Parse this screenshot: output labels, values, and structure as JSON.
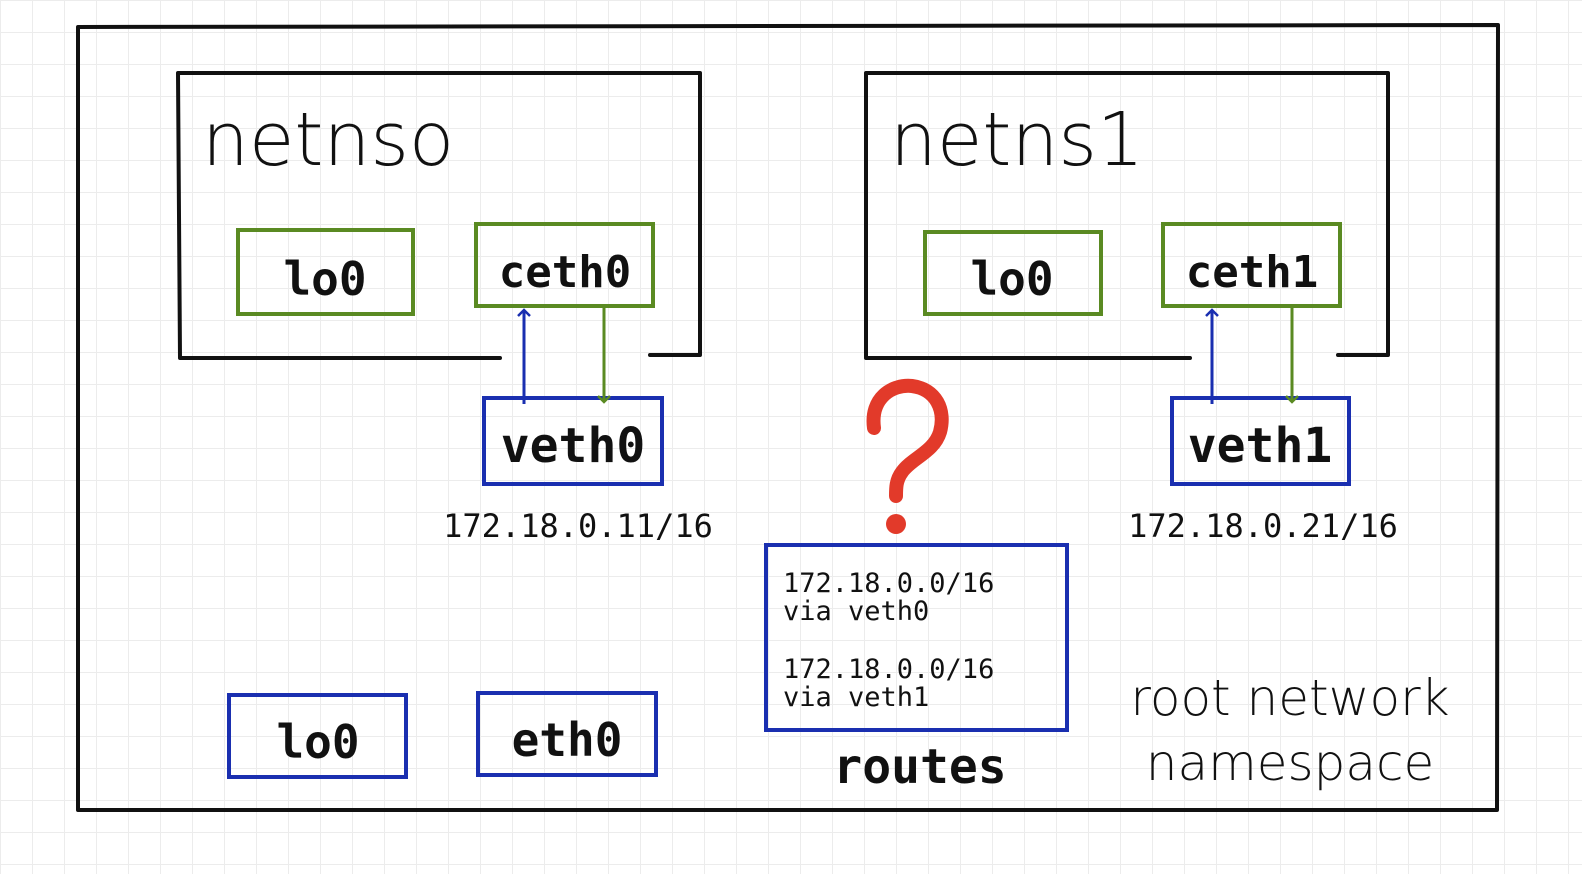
{
  "colors": {
    "outline": "#111111",
    "interface_green": "#5a8a22",
    "interface_blue": "#1a2fb0",
    "question_red": "#e23a2a",
    "grid": "#ececec"
  },
  "root_namespace": {
    "label_line1": "root network",
    "label_line2": "namespace",
    "interfaces": {
      "lo": "lo0",
      "eth": "eth0"
    }
  },
  "netns0": {
    "title": "netnso",
    "lo": "lo0",
    "ceth": "ceth0",
    "veth": "veth0",
    "ip": "172.18.0.11/16"
  },
  "netns1": {
    "title": "netns1",
    "lo": "lo0",
    "ceth": "ceth1",
    "veth": "veth1",
    "ip": "172.18.0.21/16"
  },
  "routes": {
    "title": "routes",
    "entry1_line1": "172.18.0.0/16",
    "entry1_line2": "via veth0",
    "entry2_line1": "172.18.0.0/16",
    "entry2_line2": "via veth1"
  },
  "question_mark": "?"
}
